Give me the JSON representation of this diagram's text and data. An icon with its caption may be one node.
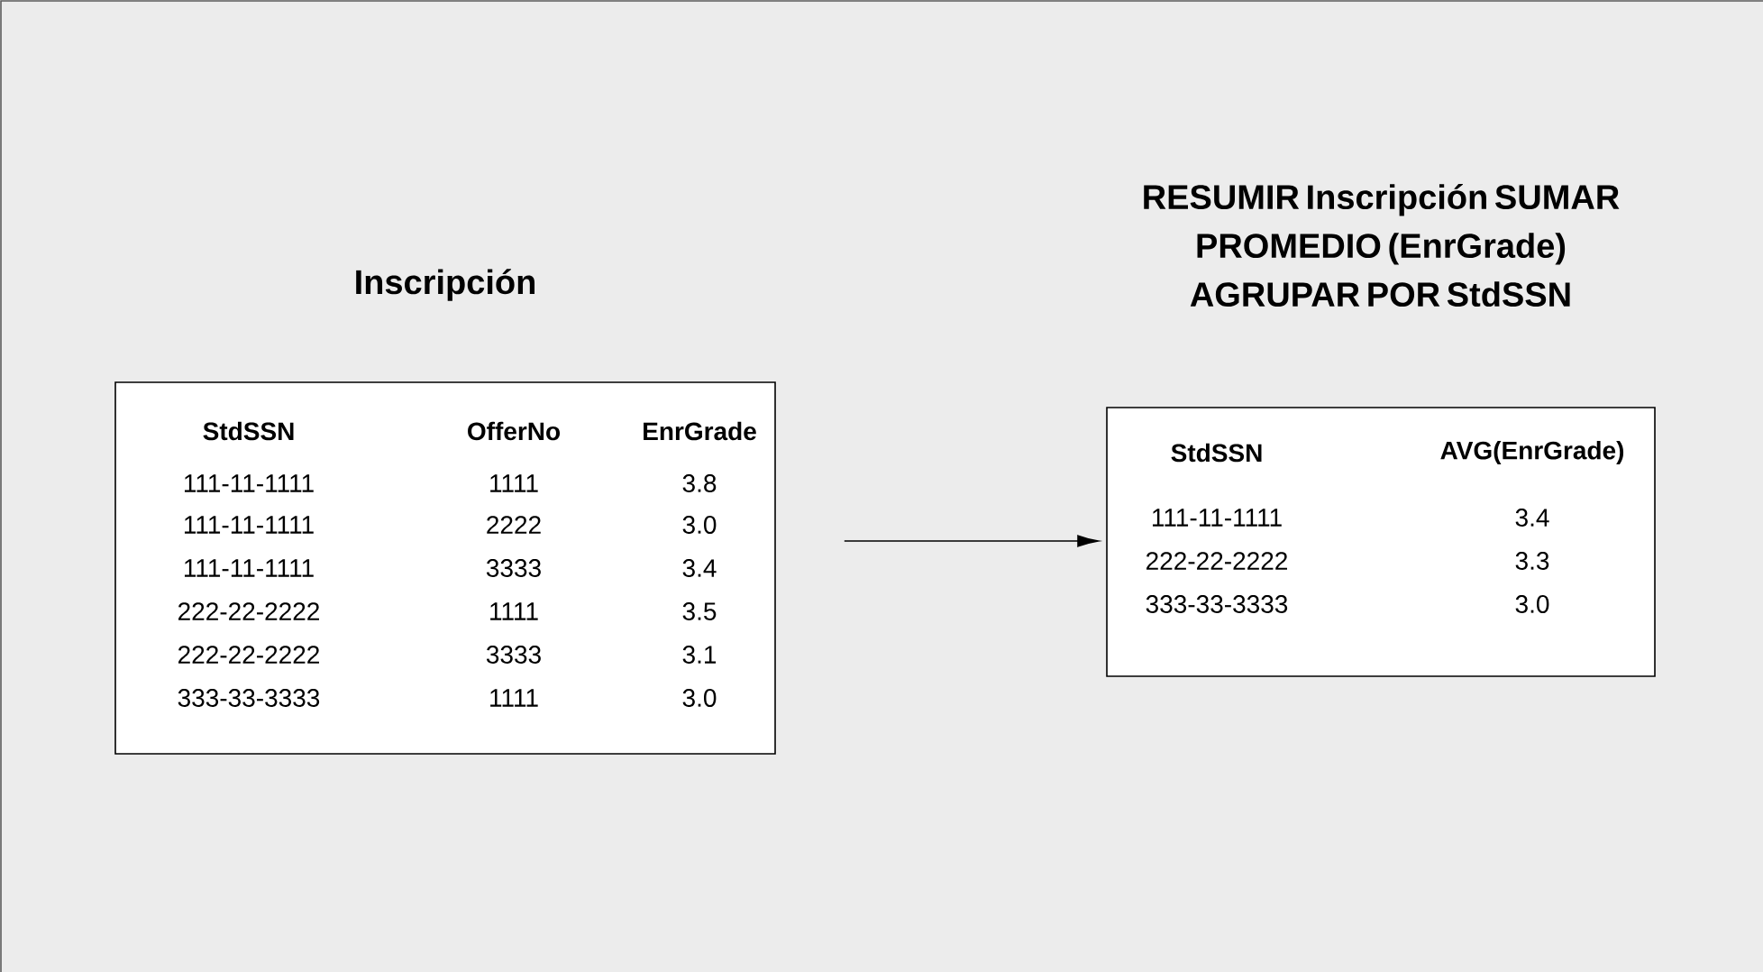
{
  "diagram": {
    "nodes": [
      {
        "text": [
          "Inscripción"
        ]
      },
      {
        "text": [
          "RESUMIR Inscripción SUMAR PROMEDIO (EnrGrade) AGRUPAR POR StdSSN"
        ]
      }
    ],
    "edges": [
      {
        "from": 0,
        "to": 1,
        "arrow": "to"
      }
    ],
    "labels": [
      "StdSSN",
      "OfferNo",
      "EnrGrade",
      "111-11-1111",
      "1111",
      "3.8",
      "111-11-1111",
      "2222",
      "3.0",
      "111-11-1111",
      "3333",
      "3.4",
      "222-22-2222",
      "1111",
      "3.5",
      "222-22-2222",
      "3333",
      "3.1",
      "333-33-3333",
      "1111",
      "3.0",
      "StdSSN",
      "AVG(EnrGrade)",
      "111-11-1111",
      "3.4",
      "222-22-2222",
      "3.3",
      "333-33-3333",
      "3.0"
    ]
  }
}
